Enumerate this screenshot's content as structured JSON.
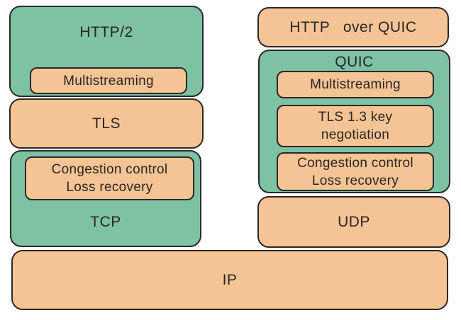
{
  "figure": {
    "background": "#ffffff",
    "colors": {
      "green": "#7cc2a3",
      "orange": "#f4c494",
      "border": "#2e2728",
      "text": "#2b2425"
    },
    "left_stack": {
      "http2_label": "HTTP/2",
      "http2_feature": "Multistreaming",
      "tls_label": "TLS",
      "tcp_label": "TCP",
      "tcp_feature_line1": "Congestion control",
      "tcp_feature_line2": "Loss recovery"
    },
    "right_stack": {
      "http_over_quic_label": "HTTP   over QUIC",
      "quic_label": "QUIC",
      "quic_feature1": "Multistreaming",
      "quic_feature2_line1": "TLS 1.3 key",
      "quic_feature2_line2": "negotiation",
      "quic_feature3_line1": "Congestion control",
      "quic_feature3_line2": "Loss recovery",
      "udp_label": "UDP"
    },
    "ip_label": "IP"
  }
}
